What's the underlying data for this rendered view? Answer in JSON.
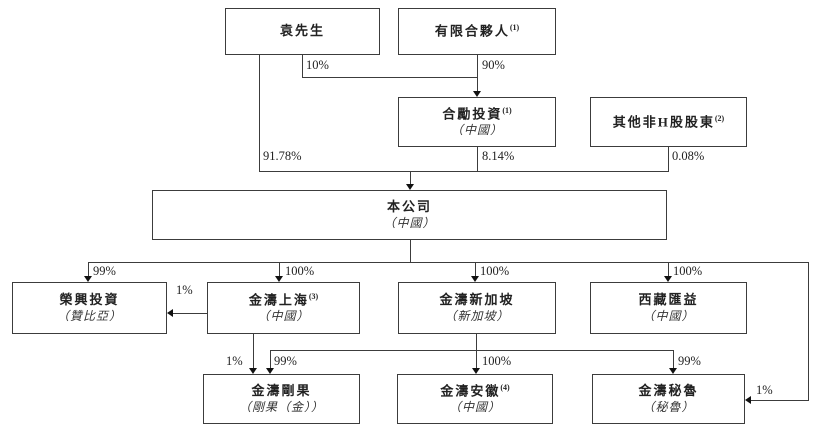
{
  "diagram_title": "shareholding-structure",
  "nodes": {
    "yuan": {
      "name": "袁先生"
    },
    "lp": {
      "name": "有限合夥人",
      "sup": "(1)"
    },
    "heli": {
      "name": "合勵投資",
      "sup": "(1)",
      "location": "（中國）"
    },
    "other": {
      "name": "其他非H股股東",
      "sup": "(2)"
    },
    "company": {
      "name": "本公司",
      "location": "（中國）"
    },
    "rongxing": {
      "name": "榮興投資",
      "location": "（贊比亞）"
    },
    "jtsh": {
      "name": "金濤上海",
      "sup": "(3)",
      "location": "（中國）"
    },
    "jtsg": {
      "name": "金濤新加坡",
      "location": "（新加坡）"
    },
    "xzhy": {
      "name": "西藏匯益",
      "location": "（中國）"
    },
    "jtcongo": {
      "name": "金濤剛果",
      "location": "（剛果（金））"
    },
    "jtanhui": {
      "name": "金濤安徽",
      "sup": "(4)",
      "location": "（中國）"
    },
    "jtperu": {
      "name": "金濤秘魯",
      "location": "（秘魯）"
    }
  },
  "edges": {
    "yuan_heli": {
      "from": "袁先生",
      "to": "合勵投資",
      "label": "10%"
    },
    "lp_heli": {
      "from": "有限合夥人",
      "to": "合勵投資",
      "label": "90%"
    },
    "yuan_company": {
      "from": "袁先生",
      "to": "本公司",
      "label": "91.78%"
    },
    "heli_company": {
      "from": "合勵投資",
      "to": "本公司",
      "label": "8.14%"
    },
    "other_company": {
      "from": "其他非H股股東",
      "to": "本公司",
      "label": "0.08%"
    },
    "co_rongxing": {
      "from": "本公司",
      "to": "榮興投資",
      "label": "99%"
    },
    "co_jtsh": {
      "from": "本公司",
      "to": "金濤上海",
      "label": "100%"
    },
    "co_jtsg": {
      "from": "本公司",
      "to": "金濤新加坡",
      "label": "100%"
    },
    "co_xzhy": {
      "from": "本公司",
      "to": "西藏匯益",
      "label": "100%"
    },
    "jtsh_rongxing": {
      "from": "金濤上海",
      "to": "榮興投資",
      "label": "1%"
    },
    "jtsh_jtcongo": {
      "from": "金濤上海",
      "to": "金濤剛果",
      "label": "1%"
    },
    "jtsg_jtcongo": {
      "from": "金濤新加坡",
      "to": "金濤剛果",
      "label": "99%"
    },
    "jtsg_jtanhui": {
      "from": "金濤新加坡",
      "to": "金濤安徽",
      "label": "100%"
    },
    "jtsg_jtperu": {
      "from": "金濤新加坡",
      "to": "金濤秘魯",
      "label": "99%"
    },
    "co_jtperu": {
      "from": "本公司",
      "to": "金濤秘魯",
      "label": "1%"
    }
  },
  "colors": {
    "line": "#3c3c3c",
    "text": "#222222",
    "background": "#ffffff"
  }
}
